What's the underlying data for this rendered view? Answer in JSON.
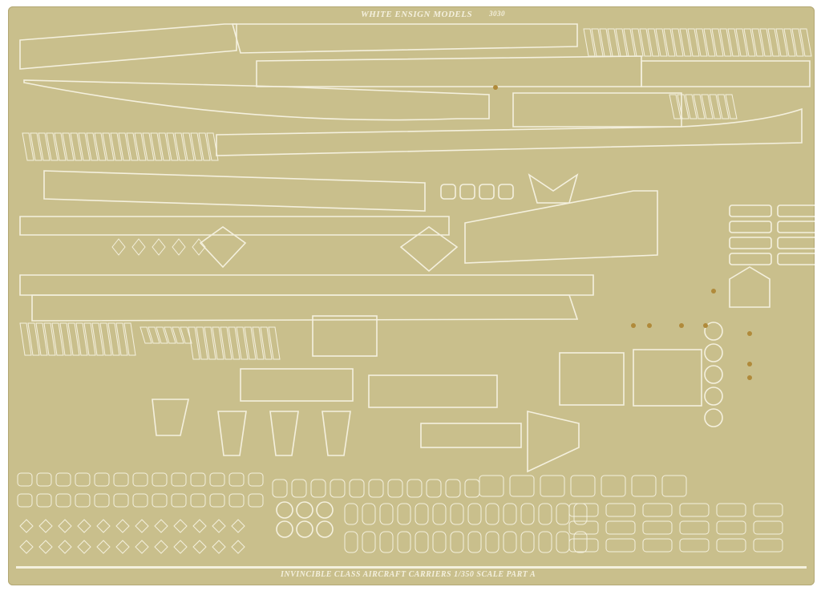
{
  "fret": {
    "maker": "WHITE ENSIGN MODELS",
    "code": "3030",
    "title": "INVINCIBLE CLASS AIRCRAFT CARRIERS 1/350 SCALE   PART A",
    "colors": {
      "brass": "#c9bf8c",
      "etch_line": "#f4f0de",
      "shadow": "#a99f6c",
      "marker": "#b08a3a"
    }
  }
}
